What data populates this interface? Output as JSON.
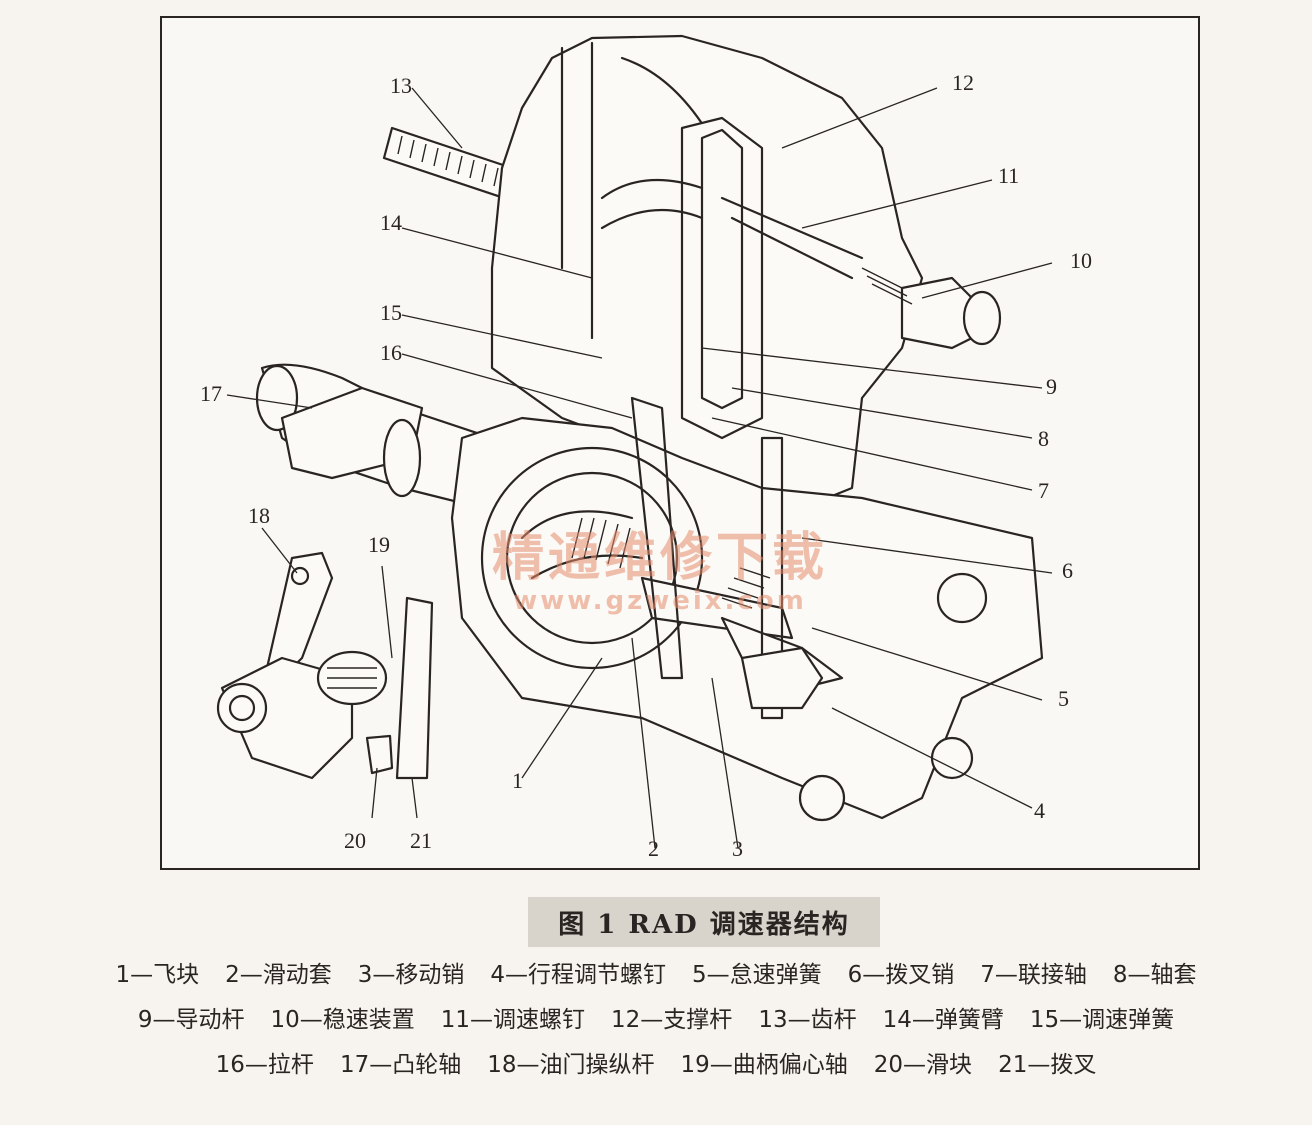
{
  "figure": {
    "caption": "图 1  RAD 调速器结构",
    "callouts": [
      "1",
      "2",
      "3",
      "4",
      "5",
      "6",
      "7",
      "8",
      "9",
      "10",
      "11",
      "12",
      "13",
      "14",
      "15",
      "16",
      "17",
      "18",
      "19",
      "20",
      "21"
    ]
  },
  "legend": {
    "line1": [
      {
        "num": "1",
        "name": "飞块"
      },
      {
        "num": "2",
        "name": "滑动套"
      },
      {
        "num": "3",
        "name": "移动销"
      },
      {
        "num": "4",
        "name": "行程调节螺钉"
      },
      {
        "num": "5",
        "name": "怠速弹簧"
      },
      {
        "num": "6",
        "name": "拨叉销"
      },
      {
        "num": "7",
        "name": "联接轴"
      },
      {
        "num": "8",
        "name": "轴套"
      }
    ],
    "line2": [
      {
        "num": "9",
        "name": "导动杆"
      },
      {
        "num": "10",
        "name": "稳速装置"
      },
      {
        "num": "11",
        "name": "调速螺钉"
      },
      {
        "num": "12",
        "name": "支撑杆"
      },
      {
        "num": "13",
        "name": "齿杆"
      },
      {
        "num": "14",
        "name": "弹簧臂"
      },
      {
        "num": "15",
        "name": "调速弹簧"
      }
    ],
    "line3": [
      {
        "num": "16",
        "name": "拉杆"
      },
      {
        "num": "17",
        "name": "凸轮轴"
      },
      {
        "num": "18",
        "name": "油门操纵杆"
      },
      {
        "num": "19",
        "name": "曲柄偏心轴"
      },
      {
        "num": "20",
        "name": "滑块"
      },
      {
        "num": "21",
        "name": "拨叉"
      }
    ]
  },
  "watermark": {
    "text": "精通维修下载",
    "url": "www.gzweix.com",
    "color": "#e68c6e"
  },
  "colors": {
    "ink": "#2a2522",
    "paper": "#f7f4ef",
    "caption_bg": "#d8d3cb"
  }
}
